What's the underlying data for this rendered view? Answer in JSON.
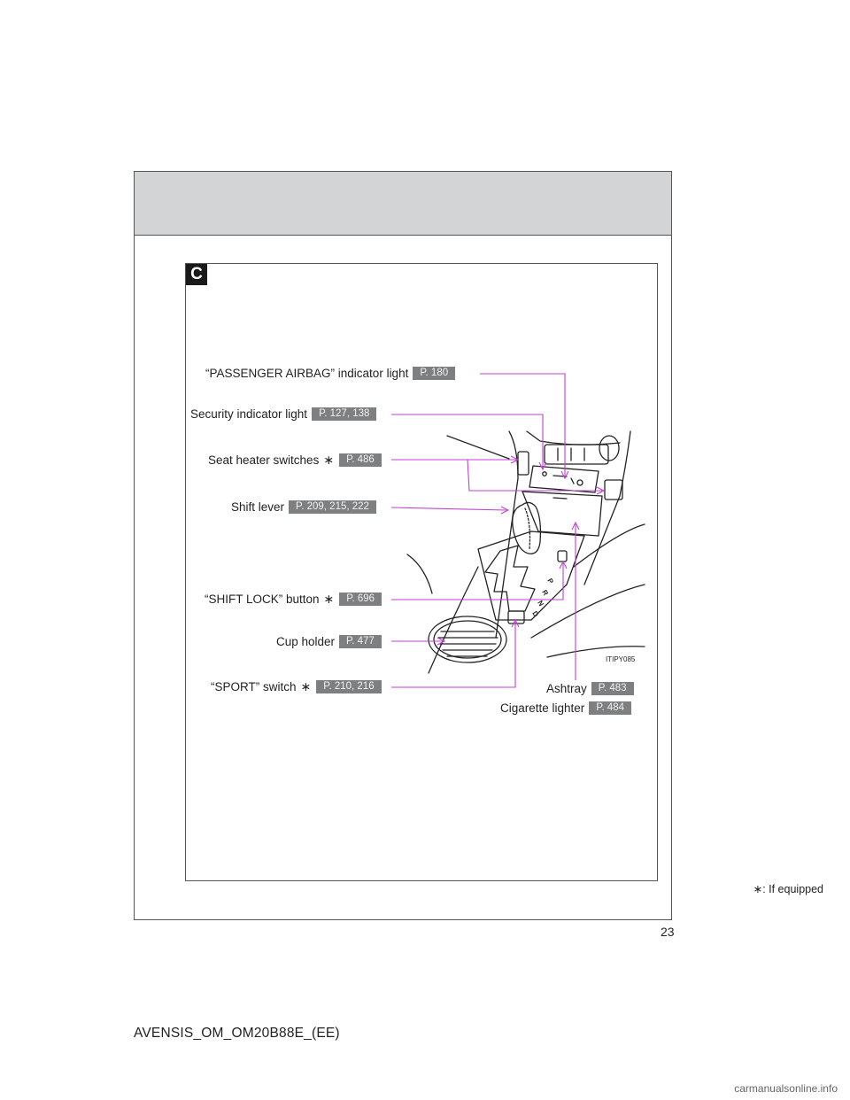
{
  "section_letter": "C",
  "callouts": {
    "passenger_airbag": {
      "label": "“PASSENGER AIRBAG” indicator light",
      "ref": "P. 180"
    },
    "security": {
      "label": "Security indicator light",
      "ref": "P. 127, 138"
    },
    "seat_heater": {
      "label": "Seat heater switches",
      "ref": "P. 486",
      "mark": "∗"
    },
    "shift_lever": {
      "label": "Shift lever",
      "ref": "P. 209, 215, 222"
    },
    "shift_lock": {
      "label": "“SHIFT LOCK” button",
      "ref": "P. 696",
      "mark": "∗"
    },
    "cup_holder": {
      "label": "Cup holder",
      "ref": "P. 477"
    },
    "sport_switch": {
      "label": "“SPORT” switch",
      "ref": "P. 210, 216",
      "mark": "∗"
    },
    "ashtray": {
      "label": "Ashtray",
      "ref": "P. 483"
    },
    "cigarette_lighter": {
      "label": "Cigarette lighter",
      "ref": "P. 484"
    }
  },
  "illustration_id": "ITIPY085",
  "gear_letters": [
    "P",
    "R",
    "N",
    "D"
  ],
  "footnote": "∗: If equipped",
  "page_number": "23",
  "document_code": "AVENSIS_OM_OM20B88E_(EE)",
  "watermark": "carmanualsonline.info",
  "colors": {
    "header_band": "#d2d4d5",
    "leader_line": "#c040d0",
    "page_ref_bg": "#7d7f81",
    "section_letter_bg": "#1a1a1a"
  }
}
